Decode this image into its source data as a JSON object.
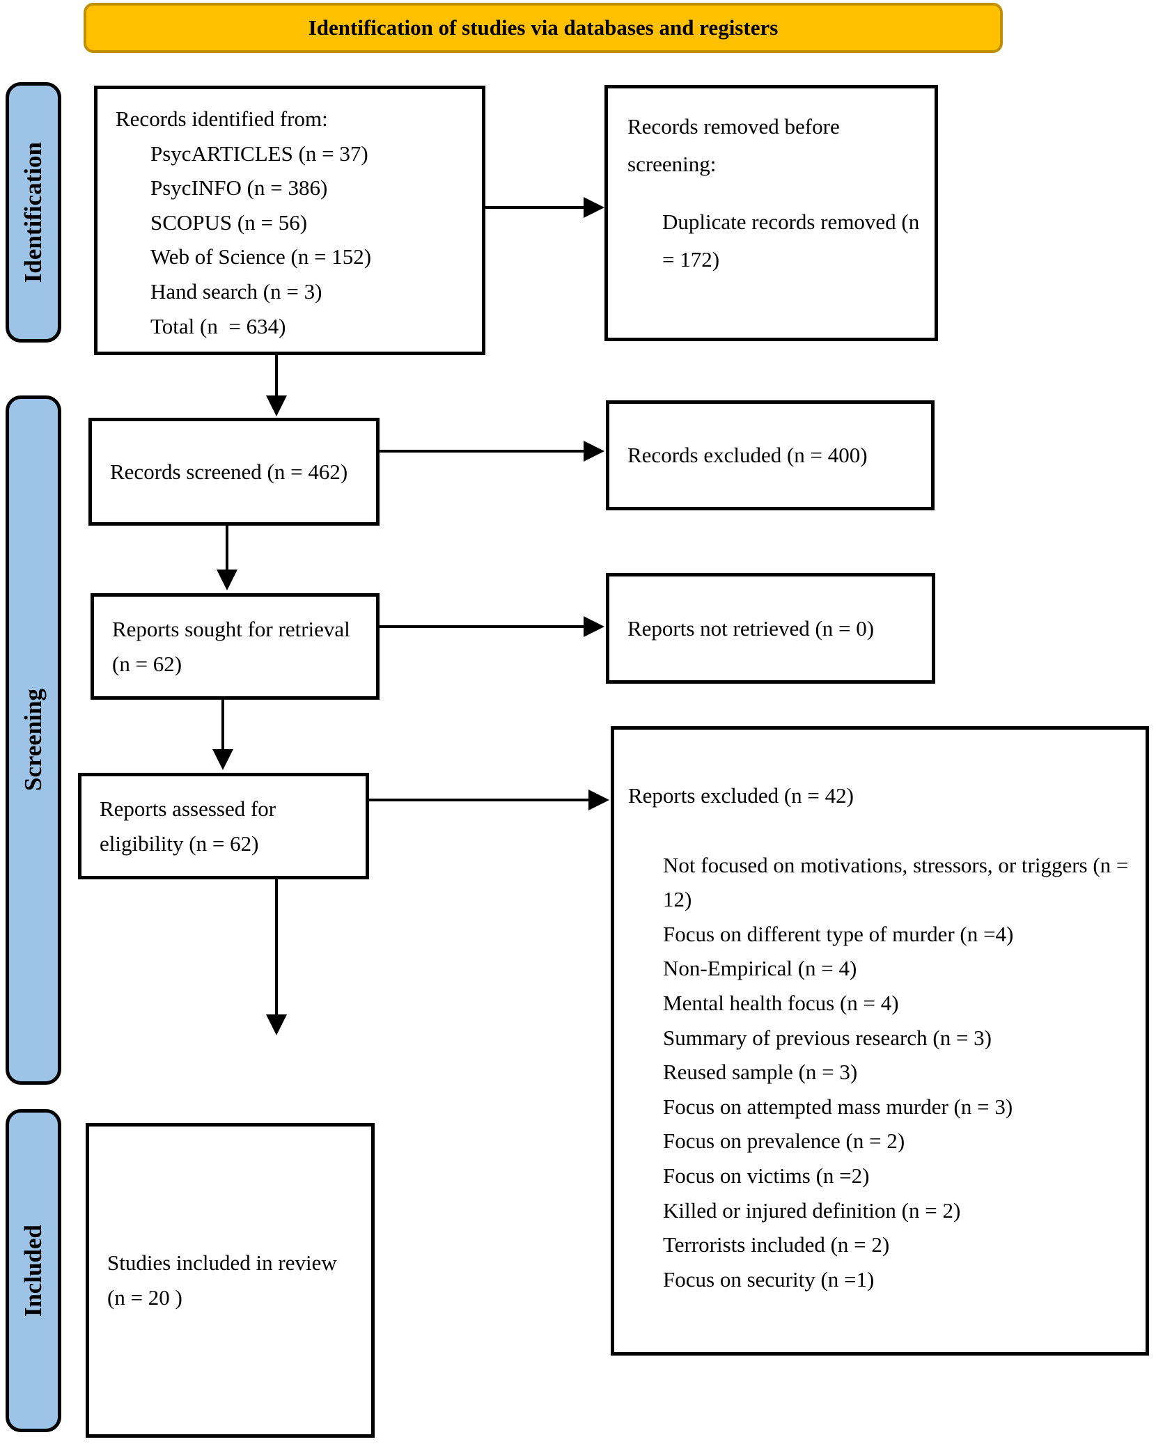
{
  "header": {
    "title": "Identification of studies via databases and registers"
  },
  "sidebar": {
    "identification": "Identification",
    "screening": "Screening",
    "included": "Included"
  },
  "boxes": {
    "identified": {
      "lead": "Records identified from:",
      "items": [
        "PsycARTICLES (n = 37)",
        "PsycINFO (n = 386)",
        "SCOPUS (n = 56)",
        "Web of Science (n = 152)",
        "Hand search (n = 3)",
        "Total (n  = 634)"
      ]
    },
    "removed": {
      "lead": "Records removed before screening:",
      "items": [
        "Duplicate records removed (n = 172)"
      ]
    },
    "screened": {
      "text": "Records screened (n = 462)"
    },
    "excluded_records": {
      "text": "Records excluded (n = 400)"
    },
    "sought": {
      "text": "Reports sought for retrieval (n = 62)"
    },
    "not_retrieved": {
      "text": "Reports not retrieved (n = 0)"
    },
    "assessed": {
      "text": "Reports assessed for eligibility (n = 62)"
    },
    "excluded_reports": {
      "lead": "Reports excluded (n = 42)",
      "items": [
        "Not focused on motivations, stressors, or triggers (n = 12)",
        "Focus on different type of murder (n =4)",
        "Non-Empirical (n = 4)",
        "Mental health focus (n = 4)",
        "Summary of previous research (n = 3)",
        "Reused sample (n = 3)",
        "Focus on attempted mass murder (n = 3)",
        "Focus on prevalence (n = 2)",
        "Focus on victims (n =2)",
        "Killed or injured definition (n = 2)",
        "Terrorists included (n = 2)",
        "Focus on security (n =1)"
      ]
    },
    "included_studies": {
      "text": "Studies included in review (n = 20 )"
    }
  },
  "colors": {
    "header_bg": "#FFC000",
    "header_border": "#BF9000",
    "sidebar_bg": "#9DC3E6"
  }
}
